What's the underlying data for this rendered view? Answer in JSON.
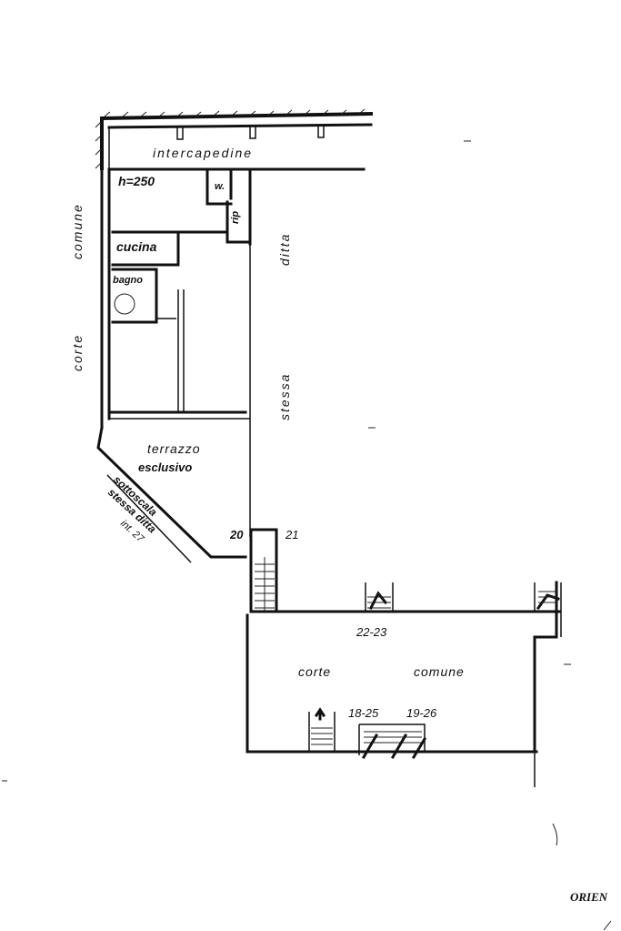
{
  "labels": {
    "intercapedine": "intercapedine",
    "height": "h=250",
    "wc": "w.",
    "rip": "rip",
    "cucina": "cucina",
    "bagno": "bagno",
    "comune_left": "comune",
    "corte_left": "corte",
    "ditta_right": "ditta",
    "stessa_right": "stessa",
    "terrazzo": "terrazzo",
    "esclusivo": "esclusivo",
    "sottoscala_1": "sottoscala",
    "sottoscala_2": "stessa ditta",
    "sottoscala_3": "int. 27",
    "sub_20": "20",
    "sub_21": "21",
    "sub_22_23": "22-23",
    "corte_bottom": "corte",
    "comune_bottom": "comune",
    "sub_18_25": "18-25",
    "sub_19_26": "19-26",
    "orientation": "ORIEN"
  }
}
